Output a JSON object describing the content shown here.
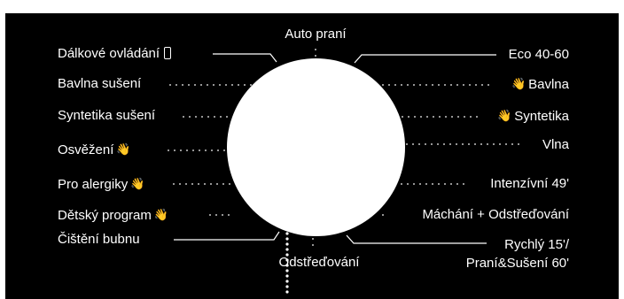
{
  "colors": {
    "background": "#000000",
    "foreground": "#ffffff",
    "dial": "#ffffff"
  },
  "icons": {
    "hand_wash": "hand-wash-icon",
    "remote": "smartphone-icon"
  },
  "programs": {
    "top": "Auto praní",
    "bottom": "Odstřeďování",
    "left": [
      "Dálkové ovládání",
      "Bavlna sušení",
      "Syntetika sušení",
      "Osvěžení",
      "Pro alergiky",
      "Dětský program",
      "Čištění bubnu"
    ],
    "right": [
      "Eco 40-60",
      "Bavlna",
      "Syntetika",
      "Vlna",
      "Intenzívní 49'",
      "Máchání + Odstřeďování",
      "Rychlý 15'/",
      "Praní&Sušení 60'"
    ]
  }
}
